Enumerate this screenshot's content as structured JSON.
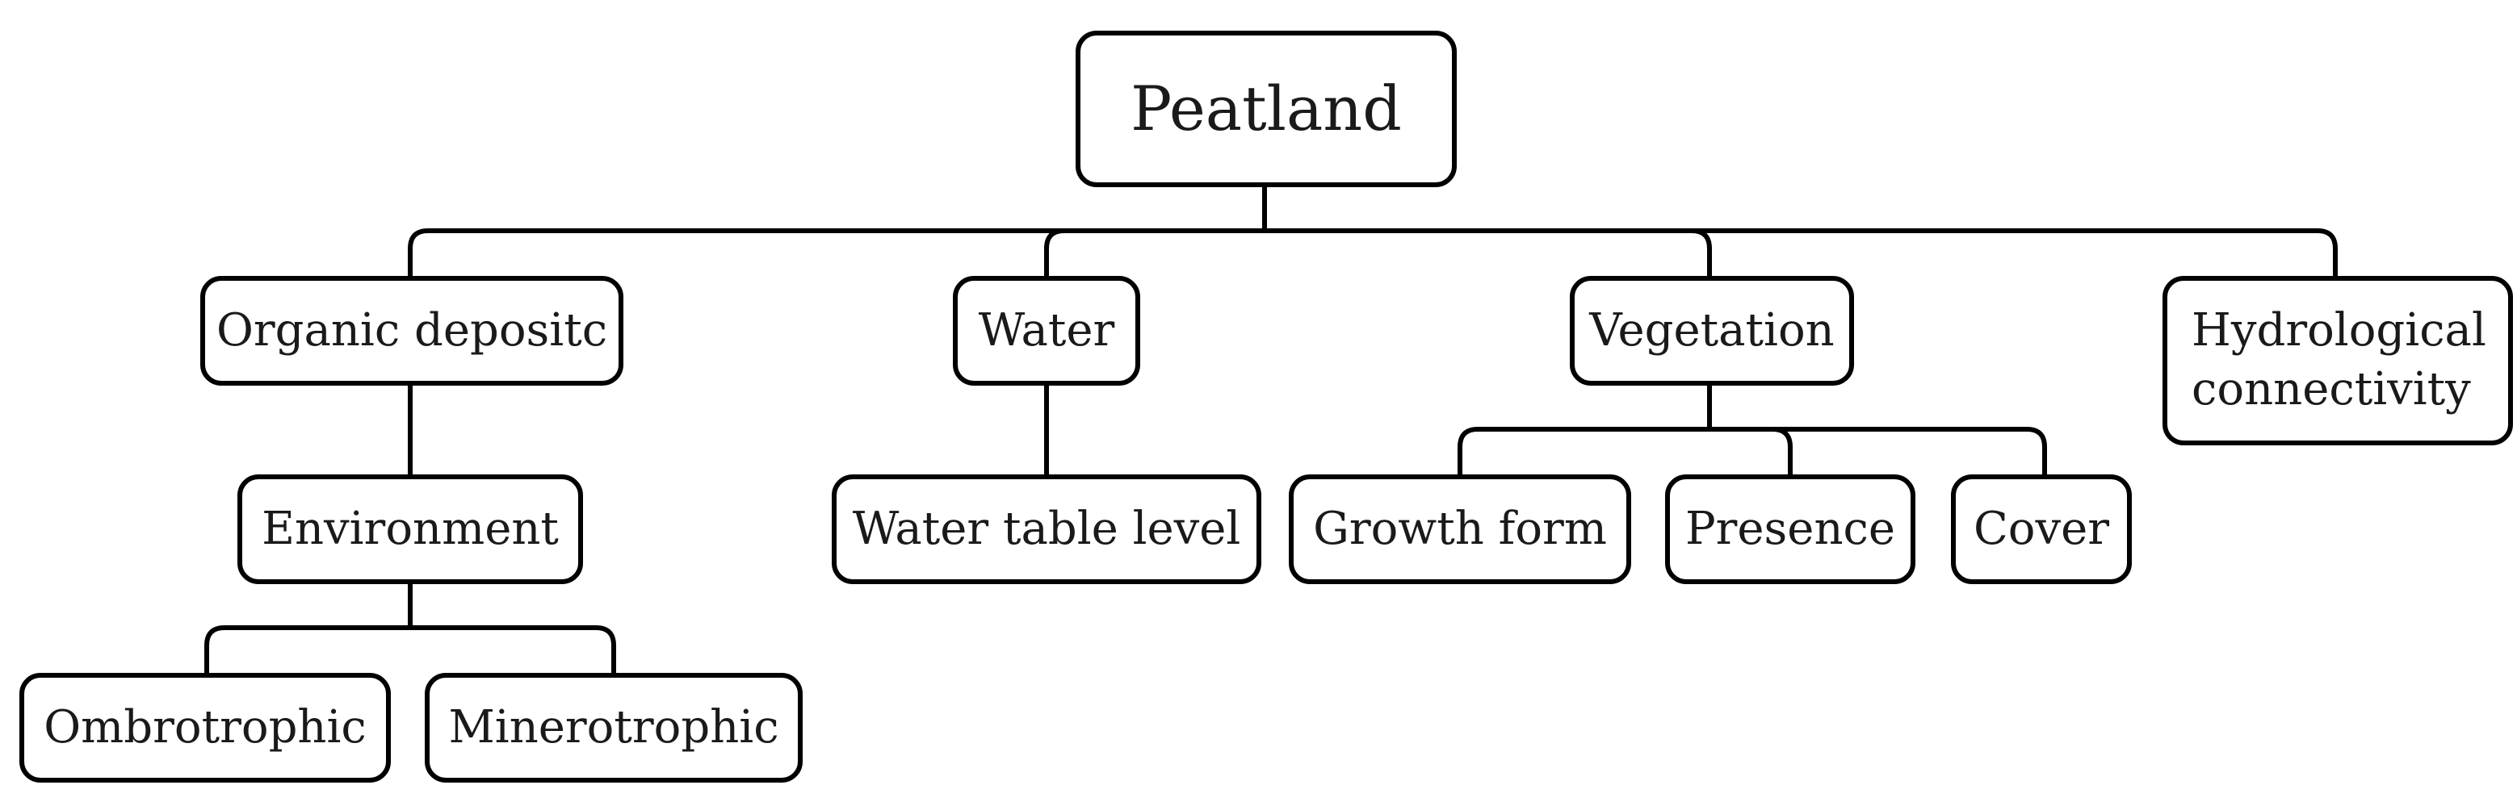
{
  "diagram": {
    "root": "Peatland",
    "organic": "Organic depositc",
    "water": "Water",
    "vegetation": "Vegetation",
    "hydro": "Hydrological\nconnectivity",
    "environment": "Environment",
    "water_table": "Water table level",
    "growth_form": "Growth form",
    "presence": "Presence",
    "cover": "Cover",
    "ombrotrophic": "Ombrotrophic",
    "minerotrophic": "Minerotrophic"
  },
  "colors": {
    "stroke": "#000000",
    "text": "#1a1a1a",
    "background": "#ffffff"
  }
}
